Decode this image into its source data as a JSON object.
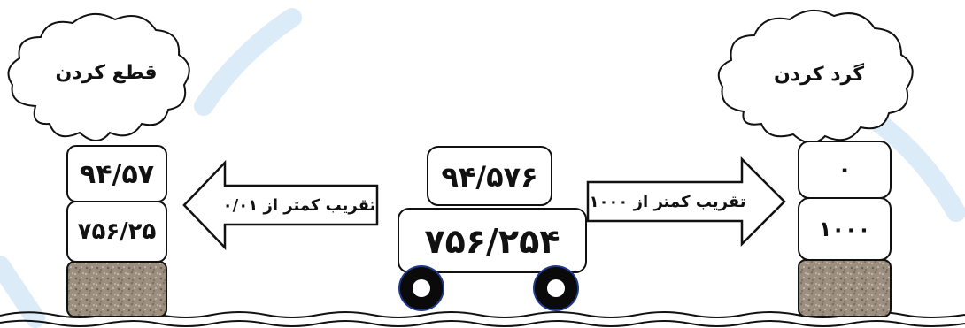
{
  "left_stack": {
    "cloud_label": "قطع کردن",
    "top_value": "۹۴/۵۷",
    "bottom_value": "۷۵۶/۲۵"
  },
  "left_arrow": {
    "label": "تقریب کمتر از ۰/۰۱"
  },
  "cart": {
    "top_value": "۹۴/۵۷۶",
    "bottom_value": "۷۵۶/۲۵۴"
  },
  "right_arrow": {
    "label": "تقریب کمتر از ۱۰۰۰"
  },
  "right_stack": {
    "cloud_label": "گرد کردن",
    "top_value": "۰",
    "bottom_value": "۱۰۰۰"
  }
}
